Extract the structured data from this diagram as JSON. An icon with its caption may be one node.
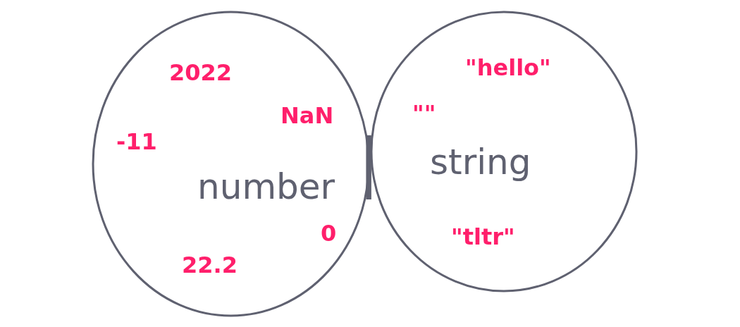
{
  "diagram": {
    "nodes": [
      {
        "text": [
          "number",
          "2022",
          "NaN",
          "-11",
          "0",
          "22.2"
        ]
      },
      {
        "text": [
          "string",
          "\"hello\"",
          "\"\"",
          "\"tltr\""
        ]
      }
    ],
    "edges": [],
    "labels": [
      "|"
    ]
  }
}
